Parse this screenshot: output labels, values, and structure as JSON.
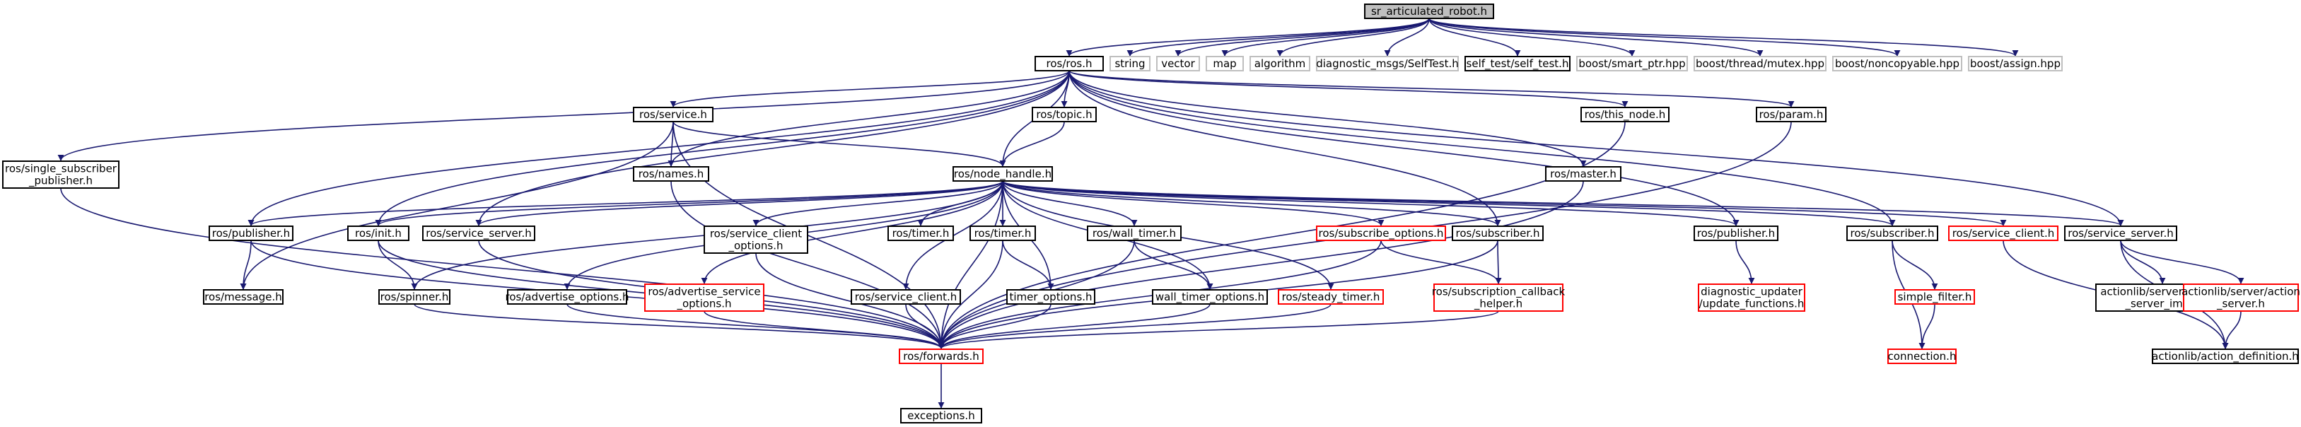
{
  "colors": {
    "edge": "#191970",
    "documented_border": "#000000",
    "undocumented_border": "#ff0000",
    "external_border": "#bfbfbf",
    "root_fill": "#bfbfbf"
  },
  "nodes": [
    {
      "id": "root",
      "lines": [
        "sr_articulated_robot.h"
      ],
      "style": "root"
    },
    {
      "id": "ros_ros",
      "lines": [
        "ros/ros.h"
      ],
      "style": "b"
    },
    {
      "id": "string",
      "lines": [
        "string"
      ],
      "style": "g"
    },
    {
      "id": "vector",
      "lines": [
        "vector"
      ],
      "style": "g"
    },
    {
      "id": "map",
      "lines": [
        "map"
      ],
      "style": "g"
    },
    {
      "id": "algorithm",
      "lines": [
        "algorithm"
      ],
      "style": "g"
    },
    {
      "id": "selftest_msg",
      "lines": [
        "diagnostic_msgs/SelfTest.h"
      ],
      "style": "g"
    },
    {
      "id": "self_test",
      "lines": [
        "self_test/self_test.h"
      ],
      "style": "b"
    },
    {
      "id": "smart_ptr",
      "lines": [
        "boost/smart_ptr.hpp"
      ],
      "style": "g"
    },
    {
      "id": "mutex",
      "lines": [
        "boost/thread/mutex.hpp"
      ],
      "style": "g"
    },
    {
      "id": "noncopyable",
      "lines": [
        "boost/noncopyable.hpp"
      ],
      "style": "g"
    },
    {
      "id": "assign",
      "lines": [
        "boost/assign.hpp"
      ],
      "style": "g"
    },
    {
      "id": "single_sub",
      "lines": [
        "ros/single_subscriber",
        "_publisher.h"
      ],
      "style": "b"
    },
    {
      "id": "service",
      "lines": [
        "ros/service.h"
      ],
      "style": "b"
    },
    {
      "id": "topic",
      "lines": [
        "ros/topic.h"
      ],
      "style": "b"
    },
    {
      "id": "this_node",
      "lines": [
        "ros/this_node.h"
      ],
      "style": "b"
    },
    {
      "id": "param",
      "lines": [
        "ros/param.h"
      ],
      "style": "b"
    },
    {
      "id": "names",
      "lines": [
        "ros/names.h"
      ],
      "style": "b"
    },
    {
      "id": "node_handle",
      "lines": [
        "ros/node_handle.h"
      ],
      "style": "b"
    },
    {
      "id": "master",
      "lines": [
        "ros/master.h"
      ],
      "style": "b"
    },
    {
      "id": "publisher_l",
      "lines": [
        "ros/publisher.h"
      ],
      "style": "b"
    },
    {
      "id": "init",
      "lines": [
        "ros/init.h"
      ],
      "style": "b"
    },
    {
      "id": "service_server_l",
      "lines": [
        "ros/service_server.h"
      ],
      "style": "b"
    },
    {
      "id": "service_client_opts",
      "lines": [
        "ros/service_client",
        "_options.h"
      ],
      "style": "b"
    },
    {
      "id": "timer_l",
      "lines": [
        "ros/timer.h"
      ],
      "style": "b"
    },
    {
      "id": "timer_r",
      "lines": [
        "ros/timer.h"
      ],
      "style": "b"
    },
    {
      "id": "wall_timer",
      "lines": [
        "ros/wall_timer.h"
      ],
      "style": "b"
    },
    {
      "id": "subscribe_options",
      "lines": [
        "ros/subscribe_options.h"
      ],
      "style": "r"
    },
    {
      "id": "subscriber_l",
      "lines": [
        "ros/subscriber.h"
      ],
      "style": "b"
    },
    {
      "id": "publisher_r",
      "lines": [
        "ros/publisher.h"
      ],
      "style": "b"
    },
    {
      "id": "subscriber_r",
      "lines": [
        "ros/subscriber.h"
      ],
      "style": "b"
    },
    {
      "id": "service_client_r",
      "lines": [
        "ros/service_client.h"
      ],
      "style": "r"
    },
    {
      "id": "service_server_r",
      "lines": [
        "ros/service_server.h"
      ],
      "style": "b"
    },
    {
      "id": "message",
      "lines": [
        "ros/message.h"
      ],
      "style": "b"
    },
    {
      "id": "spinner",
      "lines": [
        "ros/spinner.h"
      ],
      "style": "b"
    },
    {
      "id": "advertise_options",
      "lines": [
        "ros/advertise_options.h"
      ],
      "style": "b"
    },
    {
      "id": "advertise_service",
      "lines": [
        "ros/advertise_service",
        "_options.h"
      ],
      "style": "r"
    },
    {
      "id": "service_client_m",
      "lines": [
        "ros/service_client.h"
      ],
      "style": "b"
    },
    {
      "id": "timer_options",
      "lines": [
        "timer_options.h"
      ],
      "style": "b"
    },
    {
      "id": "wall_timer_options",
      "lines": [
        "wall_timer_options.h"
      ],
      "style": "b"
    },
    {
      "id": "steady_timer",
      "lines": [
        "ros/steady_timer.h"
      ],
      "style": "r"
    },
    {
      "id": "sub_cb_helper",
      "lines": [
        "ros/subscription_callback",
        "_helper.h"
      ],
      "style": "r"
    },
    {
      "id": "update_functions",
      "lines": [
        "diagnostic_updater",
        "/update_functions.h"
      ],
      "style": "r"
    },
    {
      "id": "simple_filter",
      "lines": [
        "simple_filter.h"
      ],
      "style": "r"
    },
    {
      "id": "service_server_imp",
      "lines": [
        "actionlib/server/service",
        "_server_imp.h"
      ],
      "style": "b"
    },
    {
      "id": "action_server",
      "lines": [
        "actionlib/server/action",
        "_server.h"
      ],
      "style": "r"
    },
    {
      "id": "forwards",
      "lines": [
        "ros/forwards.h"
      ],
      "style": "r"
    },
    {
      "id": "connection",
      "lines": [
        "connection.h"
      ],
      "style": "r"
    },
    {
      "id": "action_definition",
      "lines": [
        "actionlib/action_definition.h"
      ],
      "style": "b"
    },
    {
      "id": "exceptions",
      "lines": [
        "exceptions.h"
      ],
      "style": "b"
    }
  ],
  "edges": [
    [
      "root",
      "ros_ros"
    ],
    [
      "root",
      "string"
    ],
    [
      "root",
      "vector"
    ],
    [
      "root",
      "map"
    ],
    [
      "root",
      "algorithm"
    ],
    [
      "root",
      "selftest_msg"
    ],
    [
      "root",
      "self_test"
    ],
    [
      "root",
      "smart_ptr"
    ],
    [
      "root",
      "mutex"
    ],
    [
      "root",
      "noncopyable"
    ],
    [
      "root",
      "assign"
    ],
    [
      "ros_ros",
      "single_sub"
    ],
    [
      "ros_ros",
      "service"
    ],
    [
      "ros_ros",
      "topic"
    ],
    [
      "ros_ros",
      "this_node"
    ],
    [
      "ros_ros",
      "param"
    ],
    [
      "ros_ros",
      "names"
    ],
    [
      "ros_ros",
      "node_handle"
    ],
    [
      "ros_ros",
      "master"
    ],
    [
      "ros_ros",
      "publisher_l"
    ],
    [
      "ros_ros",
      "init"
    ],
    [
      "ros_ros",
      "service_server_l"
    ],
    [
      "ros_ros",
      "subscriber_l"
    ],
    [
      "ros_ros",
      "publisher_r"
    ],
    [
      "ros_ros",
      "subscriber_r"
    ],
    [
      "ros_ros",
      "service_server_r"
    ],
    [
      "single_sub",
      "forwards"
    ],
    [
      "service",
      "forwards"
    ],
    [
      "service",
      "names"
    ],
    [
      "service",
      "node_handle"
    ],
    [
      "service",
      "message"
    ],
    [
      "topic",
      "node_handle"
    ],
    [
      "this_node",
      "forwards"
    ],
    [
      "param",
      "forwards"
    ],
    [
      "names",
      "forwards"
    ],
    [
      "master",
      "forwards"
    ],
    [
      "node_handle",
      "forwards"
    ],
    [
      "node_handle",
      "publisher_l"
    ],
    [
      "node_handle",
      "init"
    ],
    [
      "node_handle",
      "service_server_l"
    ],
    [
      "node_handle",
      "service_client_opts"
    ],
    [
      "node_handle",
      "timer_l"
    ],
    [
      "node_handle",
      "timer_r"
    ],
    [
      "node_handle",
      "wall_timer"
    ],
    [
      "node_handle",
      "subscribe_options"
    ],
    [
      "node_handle",
      "subscriber_l"
    ],
    [
      "node_handle",
      "publisher_r"
    ],
    [
      "node_handle",
      "subscriber_r"
    ],
    [
      "node_handle",
      "service_client_r"
    ],
    [
      "node_handle",
      "service_server_r"
    ],
    [
      "node_handle",
      "spinner"
    ],
    [
      "node_handle",
      "advertise_options"
    ],
    [
      "node_handle",
      "advertise_service"
    ],
    [
      "node_handle",
      "service_client_m"
    ],
    [
      "node_handle",
      "timer_options"
    ],
    [
      "node_handle",
      "wall_timer_options"
    ],
    [
      "node_handle",
      "steady_timer"
    ],
    [
      "publisher_l",
      "message"
    ],
    [
      "publisher_l",
      "forwards"
    ],
    [
      "init",
      "spinner"
    ],
    [
      "init",
      "forwards"
    ],
    [
      "service_server_l",
      "forwards"
    ],
    [
      "service_client_opts",
      "forwards"
    ],
    [
      "timer_r",
      "timer_options"
    ],
    [
      "timer_r",
      "forwards"
    ],
    [
      "wall_timer",
      "wall_timer_options"
    ],
    [
      "wall_timer",
      "forwards"
    ],
    [
      "subscribe_options",
      "sub_cb_helper"
    ],
    [
      "subscribe_options",
      "forwards"
    ],
    [
      "subscriber_l",
      "sub_cb_helper"
    ],
    [
      "subscriber_l",
      "forwards"
    ],
    [
      "publisher_r",
      "update_functions"
    ],
    [
      "subscriber_r",
      "simple_filter"
    ],
    [
      "subscriber_r",
      "connection"
    ],
    [
      "simple_filter",
      "connection"
    ],
    [
      "service_client_r",
      "action_definition"
    ],
    [
      "service_server_r",
      "service_server_imp"
    ],
    [
      "service_server_r",
      "action_server"
    ],
    [
      "service_server_r",
      "action_definition"
    ],
    [
      "action_server",
      "action_definition"
    ],
    [
      "spinner",
      "forwards"
    ],
    [
      "advertise_options",
      "forwards"
    ],
    [
      "advertise_service",
      "forwards"
    ],
    [
      "service_client_m",
      "forwards"
    ],
    [
      "timer_options",
      "forwards"
    ],
    [
      "wall_timer_options",
      "forwards"
    ],
    [
      "steady_timer",
      "forwards"
    ],
    [
      "sub_cb_helper",
      "forwards"
    ],
    [
      "forwards",
      "exceptions"
    ]
  ]
}
